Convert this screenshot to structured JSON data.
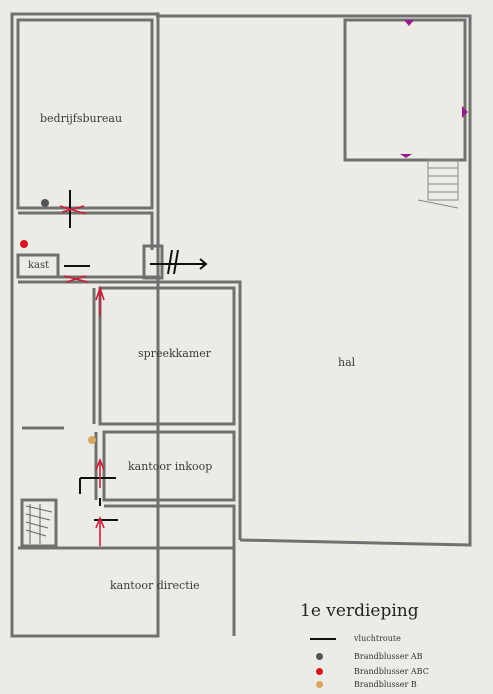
{
  "rooms": {
    "bedrijfsbureau": "bedrijfsbureau",
    "kast": "kast",
    "spreekkamer": "spreekkamer",
    "hal": "hal",
    "kantoor_inkoop": "kantoor inkoop",
    "kantoor_directie": "kantoor directie"
  },
  "title": "1e verdieping",
  "legend": {
    "route": "vluchtroute",
    "ab": "Brandblusser AB",
    "abc": "Brandblusser ABC",
    "b": "Brandblusser B"
  },
  "colors": {
    "wall": "#6f6f6f",
    "wall_light": "#9a9a9a",
    "route": "#111111",
    "door": "#c9203a",
    "extinguisher_ab": "#555555",
    "extinguisher_abc": "#d4161c",
    "extinguisher_b": "#d8a860",
    "marker": "#9b1a8a"
  }
}
